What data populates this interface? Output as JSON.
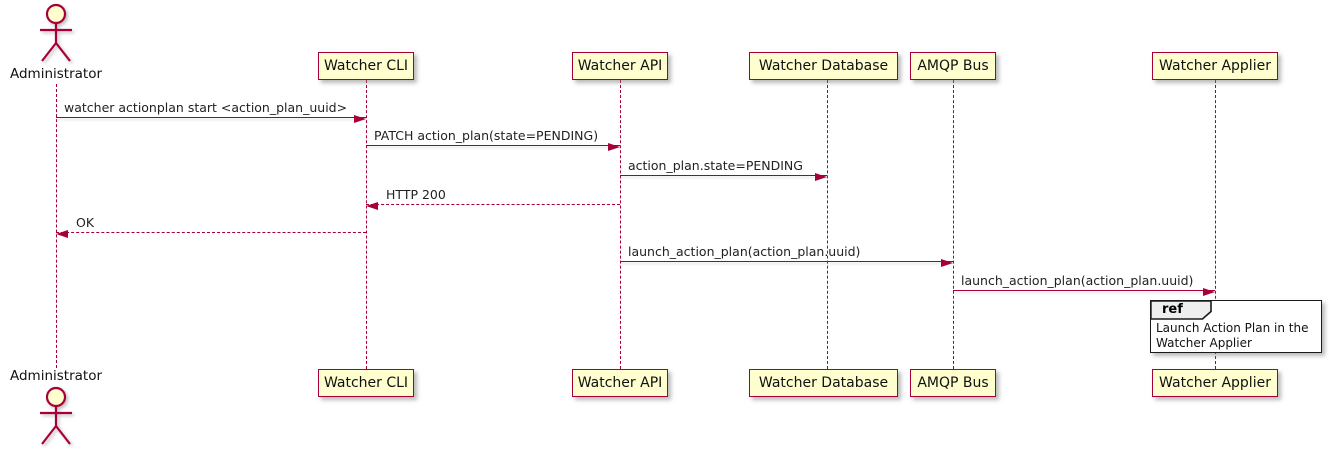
{
  "diagram_type": "sequence",
  "colors": {
    "accent": "#A80036",
    "participant_fill": "#FEFECE",
    "ref_header_fill": "#EEEEEE",
    "ref_border": "#1a1a1a"
  },
  "actor": {
    "label": "Administrator"
  },
  "participants": [
    {
      "label": "Watcher CLI"
    },
    {
      "label": "Watcher API"
    },
    {
      "label": "Watcher Database"
    },
    {
      "label": "AMQP Bus"
    },
    {
      "label": "Watcher Applier"
    }
  ],
  "messages": [
    {
      "label": "watcher actionplan start <action_plan_uuid>",
      "from": "Administrator",
      "to": "Watcher CLI",
      "line": "solid"
    },
    {
      "label": "PATCH action_plan(state=PENDING)",
      "from": "Watcher CLI",
      "to": "Watcher API",
      "line": "solid"
    },
    {
      "label": "action_plan.state=PENDING",
      "from": "Watcher API",
      "to": "Watcher Database",
      "line": "solid"
    },
    {
      "label": "HTTP 200",
      "from": "Watcher API",
      "to": "Watcher CLI",
      "line": "dashed"
    },
    {
      "label": "OK",
      "from": "Watcher CLI",
      "to": "Administrator",
      "line": "dashed"
    },
    {
      "label": "launch_action_plan(action_plan.uuid)",
      "from": "Watcher API",
      "to": "AMQP Bus",
      "line": "solid"
    },
    {
      "label": "launch_action_plan(action_plan.uuid)",
      "from": "AMQP Bus",
      "to": "Watcher Applier",
      "line": "solid"
    }
  ],
  "ref_box": {
    "keyword": "ref",
    "line1": "Launch Action Plan in the",
    "line2": "Watcher Applier"
  }
}
